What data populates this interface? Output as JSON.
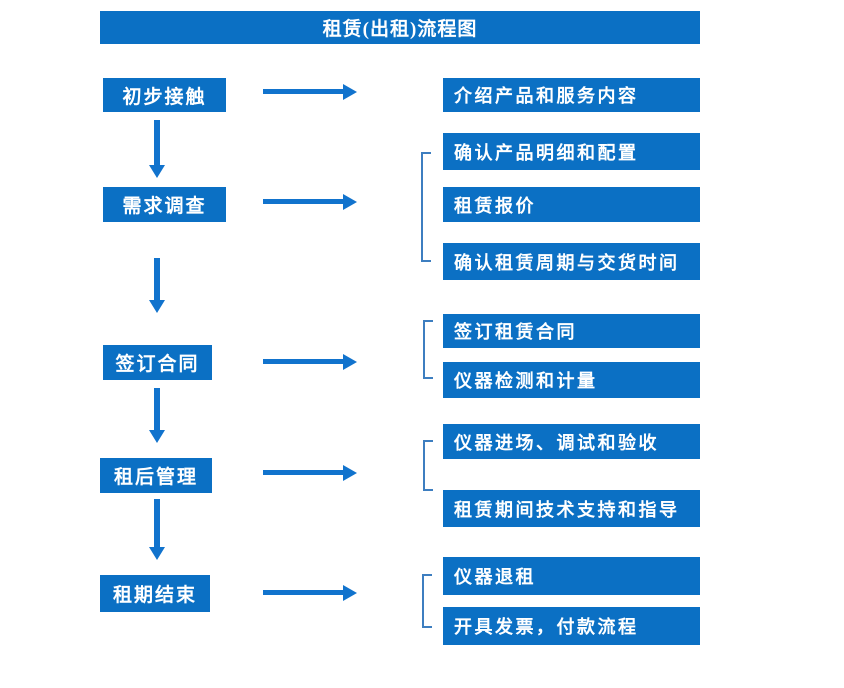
{
  "title": "租赁(出租)流程图",
  "colors": {
    "box_blue": "#0b70c4",
    "arrow_blue": "#1173cd",
    "bracket_blue": "#3d7ec0",
    "text_white": "#ffffff",
    "page_bg": "#ffffff"
  },
  "icons": {
    "flow_arrow_right": "→",
    "flow_arrow_down": "↓",
    "group_bracket": "["
  },
  "steps": [
    {
      "label": "初步接触"
    },
    {
      "label": "需求调查"
    },
    {
      "label": "签订合同"
    },
    {
      "label": "租后管理"
    },
    {
      "label": "租期结束"
    }
  ],
  "details": [
    {
      "label": "介绍产品和服务内容",
      "group": 1
    },
    {
      "label": "确认产品明细和配置",
      "group": 2
    },
    {
      "label": "租赁报价",
      "group": 2
    },
    {
      "label": "确认租赁周期与交货时间",
      "group": 2
    },
    {
      "label": "签订租赁合同",
      "group": 3
    },
    {
      "label": "仪器检测和计量",
      "group": 3
    },
    {
      "label": "仪器进场、调试和验收",
      "group": 4
    },
    {
      "label": "租赁期间技术支持和指导",
      "group": 4
    },
    {
      "label": "仪器退租",
      "group": 5
    },
    {
      "label": "开具发票，付款流程",
      "group": 5
    }
  ]
}
